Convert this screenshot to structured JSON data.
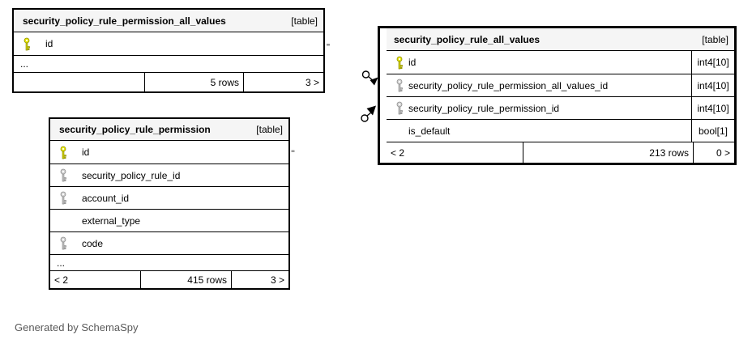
{
  "page": {
    "generator_note": "Generated by SchemaSpy"
  },
  "colors": {
    "header_bg": "#f5f5f5",
    "pk_key_fill": "#e8e800",
    "pk_key_stroke": "#8f8f00",
    "fk_key_fill": "#d2d2d2",
    "fk_key_stroke": "#8f8f8f",
    "border": "#000000",
    "note_text": "#595959"
  },
  "tables": [
    {
      "title": "security_policy_rule_permission_all_values",
      "badge": "[table]",
      "more": "...",
      "columns": [
        {
          "name": "id",
          "key": "pk"
        }
      ],
      "footer": {
        "left": "",
        "center": "5 rows",
        "right": "3 >"
      }
    },
    {
      "title": "security_policy_rule_permission",
      "badge": "[table]",
      "more": "...",
      "columns": [
        {
          "name": "id",
          "key": "pk"
        },
        {
          "name": "security_policy_rule_id",
          "key": "fk"
        },
        {
          "name": "account_id",
          "key": "fk"
        },
        {
          "name": "external_type",
          "key": "none"
        },
        {
          "name": "code",
          "key": "fk"
        }
      ],
      "footer": {
        "left": "< 2",
        "center": "415 rows",
        "right": "3 >"
      }
    },
    {
      "title": "security_policy_rule_all_values",
      "badge": "[table]",
      "columns": [
        {
          "name": "id",
          "key": "pk",
          "type": "int4[10]"
        },
        {
          "name": "security_policy_rule_permission_all_values_id",
          "key": "fk",
          "type": "int4[10]"
        },
        {
          "name": "security_policy_rule_permission_id",
          "key": "fk",
          "type": "int4[10]"
        },
        {
          "name": "is_default",
          "key": "none",
          "type": "bool[1]"
        }
      ],
      "footer": {
        "left": "< 2",
        "center": "213 rows",
        "right": "0 >"
      }
    }
  ],
  "relationships": [
    {
      "to_column": "security_policy_rule_permission_all_values_id",
      "end_symbol": "open-circle-arrow"
    },
    {
      "to_column": "security_policy_rule_permission_id",
      "end_symbol": "open-circle-arrow"
    }
  ]
}
